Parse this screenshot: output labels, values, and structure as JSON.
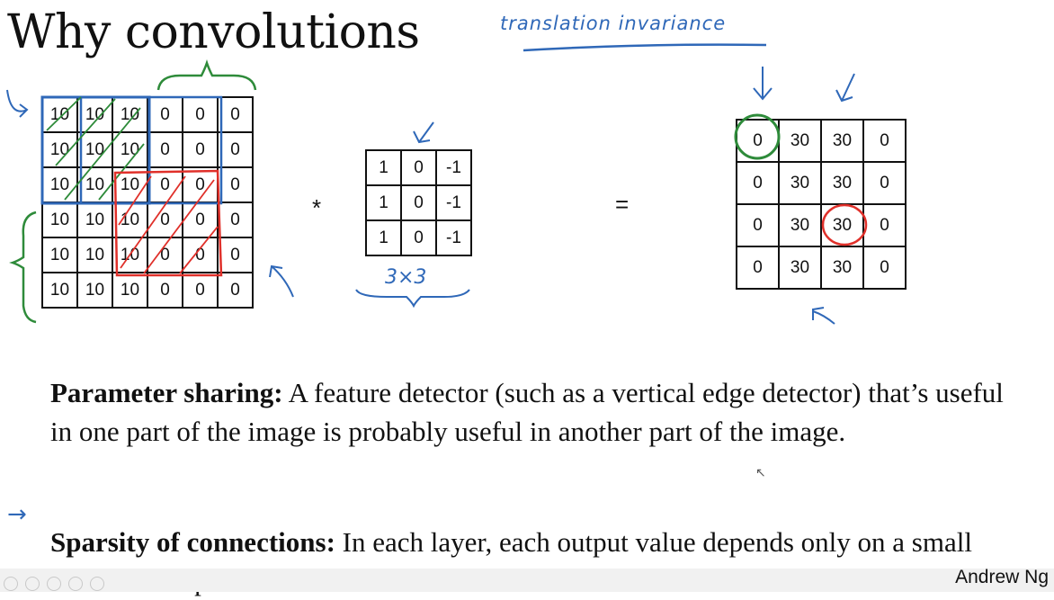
{
  "slide": {
    "title": "Why convolutions",
    "annotation_note": "translation invariance",
    "filter_dims": "3×3",
    "author": "Andrew Ng"
  },
  "input_matrix": [
    [
      "10",
      "10",
      "10",
      "0",
      "0",
      "0"
    ],
    [
      "10",
      "10",
      "10",
      "0",
      "0",
      "0"
    ],
    [
      "10",
      "10",
      "10",
      "0",
      "0",
      "0"
    ],
    [
      "10",
      "10",
      "10",
      "0",
      "0",
      "0"
    ],
    [
      "10",
      "10",
      "10",
      "0",
      "0",
      "0"
    ],
    [
      "10",
      "10",
      "10",
      "0",
      "0",
      "0"
    ]
  ],
  "filter_matrix": [
    [
      "1",
      "0",
      "-1"
    ],
    [
      "1",
      "0",
      "-1"
    ],
    [
      "1",
      "0",
      "-1"
    ]
  ],
  "output_matrix": [
    [
      "0",
      "30",
      "30",
      "0"
    ],
    [
      "0",
      "30",
      "30",
      "0"
    ],
    [
      "0",
      "30",
      "30",
      "0"
    ],
    [
      "0",
      "30",
      "30",
      "0"
    ]
  ],
  "operators": {
    "convolve": "*",
    "equals": "="
  },
  "points": [
    {
      "term": "Parameter sharing:",
      "text": " A feature detector (such as a vertical edge detector) that’s useful in one part of the image is probably useful in another part of the image."
    },
    {
      "term": "Sparsity of connections:",
      "text": " In each layer, each output value depends only on a small number of inputs."
    }
  ],
  "colors": {
    "green_pen": "#2e8b3a",
    "blue_pen": "#2f68b8",
    "red_pen": "#e0302a"
  }
}
